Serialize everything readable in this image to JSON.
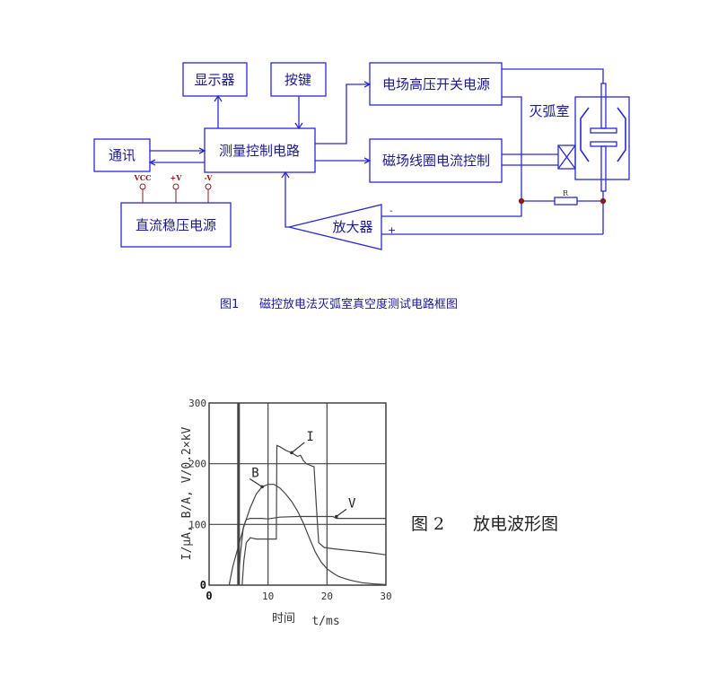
{
  "figure1": {
    "blocks": {
      "display": "显示器",
      "keys": "按键",
      "hv_supply": "电场高压开关电源",
      "comm": "通讯",
      "controller": "测量控制电路",
      "coil_control": "磁场线圈电流控制",
      "dc_supply": "直流稳压电源",
      "amplifier": "放大器",
      "chamber": "灭弧室"
    },
    "pins": {
      "vcc": "VCC",
      "pos": "+V",
      "neg": "-V"
    },
    "amp_inputs": {
      "minus": "-",
      "plus": "+"
    },
    "resistor": "R",
    "caption_num": "图1",
    "caption_text": "磁控放电法灭弧室真空度测试电路框图",
    "colors": {
      "line": "#2a2ad0",
      "text": "#1a1a8c",
      "node": "#8b1a1a"
    }
  },
  "figure2": {
    "caption_num": "图 2",
    "caption_text": "放电波形图"
  },
  "chart_data": {
    "type": "line",
    "title": "放电波形图",
    "xlabel_cn": "时间",
    "xlabel": "t/ms",
    "ylabel": "I/μA, B/A, V/0.2×kV",
    "xlim": [
      0,
      30
    ],
    "ylim": [
      0,
      300
    ],
    "xticks": [
      "0",
      "10",
      "20",
      "30"
    ],
    "yticks": [
      "0",
      "100",
      "200",
      "300"
    ],
    "origin_labels": {
      "x0": "0",
      "y0": "0"
    },
    "grid": true,
    "series": [
      {
        "name": "I",
        "x": [
          5.6,
          5.9,
          6.3,
          7.0,
          8.0,
          9.0,
          10.0,
          11.0,
          11.4,
          11.5,
          12.0,
          13.0,
          14.0,
          15.0,
          15.5,
          16.0,
          16.5,
          17.0,
          17.5,
          17.8,
          18.2,
          18.6,
          19.5,
          21.0,
          23.0,
          25.0,
          27.0,
          30.0
        ],
        "y": [
          0,
          40,
          70,
          78,
          76,
          76,
          76,
          76,
          76,
          230,
          228,
          222,
          218,
          212,
          214,
          205,
          200,
          198,
          196,
          195,
          130,
          70,
          62,
          60,
          58,
          56,
          54,
          50
        ]
      },
      {
        "name": "B",
        "x": [
          3.4,
          4.0,
          5.0,
          6.0,
          7.0,
          8.0,
          9.0,
          10.0,
          11.0,
          12.0,
          13.0,
          14.0,
          15.0,
          16.0,
          17.0,
          18.0,
          19.0,
          20.0,
          21.0,
          22.0,
          24.0,
          26.0,
          28.0,
          30.0
        ],
        "y": [
          0,
          30,
          65,
          100,
          128,
          150,
          162,
          166,
          166,
          160,
          150,
          138,
          122,
          102,
          78,
          55,
          38,
          27,
          20,
          14,
          8,
          4,
          2,
          1
        ]
      },
      {
        "name": "V",
        "x": [
          4.9,
          5.3,
          5.8,
          6.3,
          7.0,
          8.0,
          9.0,
          10.0,
          12.0,
          15.0,
          18.0,
          21.0,
          21.6,
          24.0,
          27.0,
          30.0
        ],
        "y": [
          0,
          50,
          95,
          108,
          110,
          110,
          110,
          109,
          112,
          113,
          113,
          113,
          110,
          110,
          110,
          110
        ]
      },
      {
        "name": "spike",
        "x": [
          5.0,
          5.0
        ],
        "y": [
          0,
          300
        ]
      }
    ],
    "annotations": [
      {
        "text": "I",
        "x": 16.5,
        "y": 238,
        "arrow_to": [
          14.0,
          218
        ]
      },
      {
        "text": "B",
        "x": 7.2,
        "y": 178,
        "arrow_to": [
          9.0,
          162
        ]
      },
      {
        "text": "V",
        "x": 23.6,
        "y": 128,
        "arrow_to": [
          21.6,
          113
        ]
      }
    ]
  }
}
